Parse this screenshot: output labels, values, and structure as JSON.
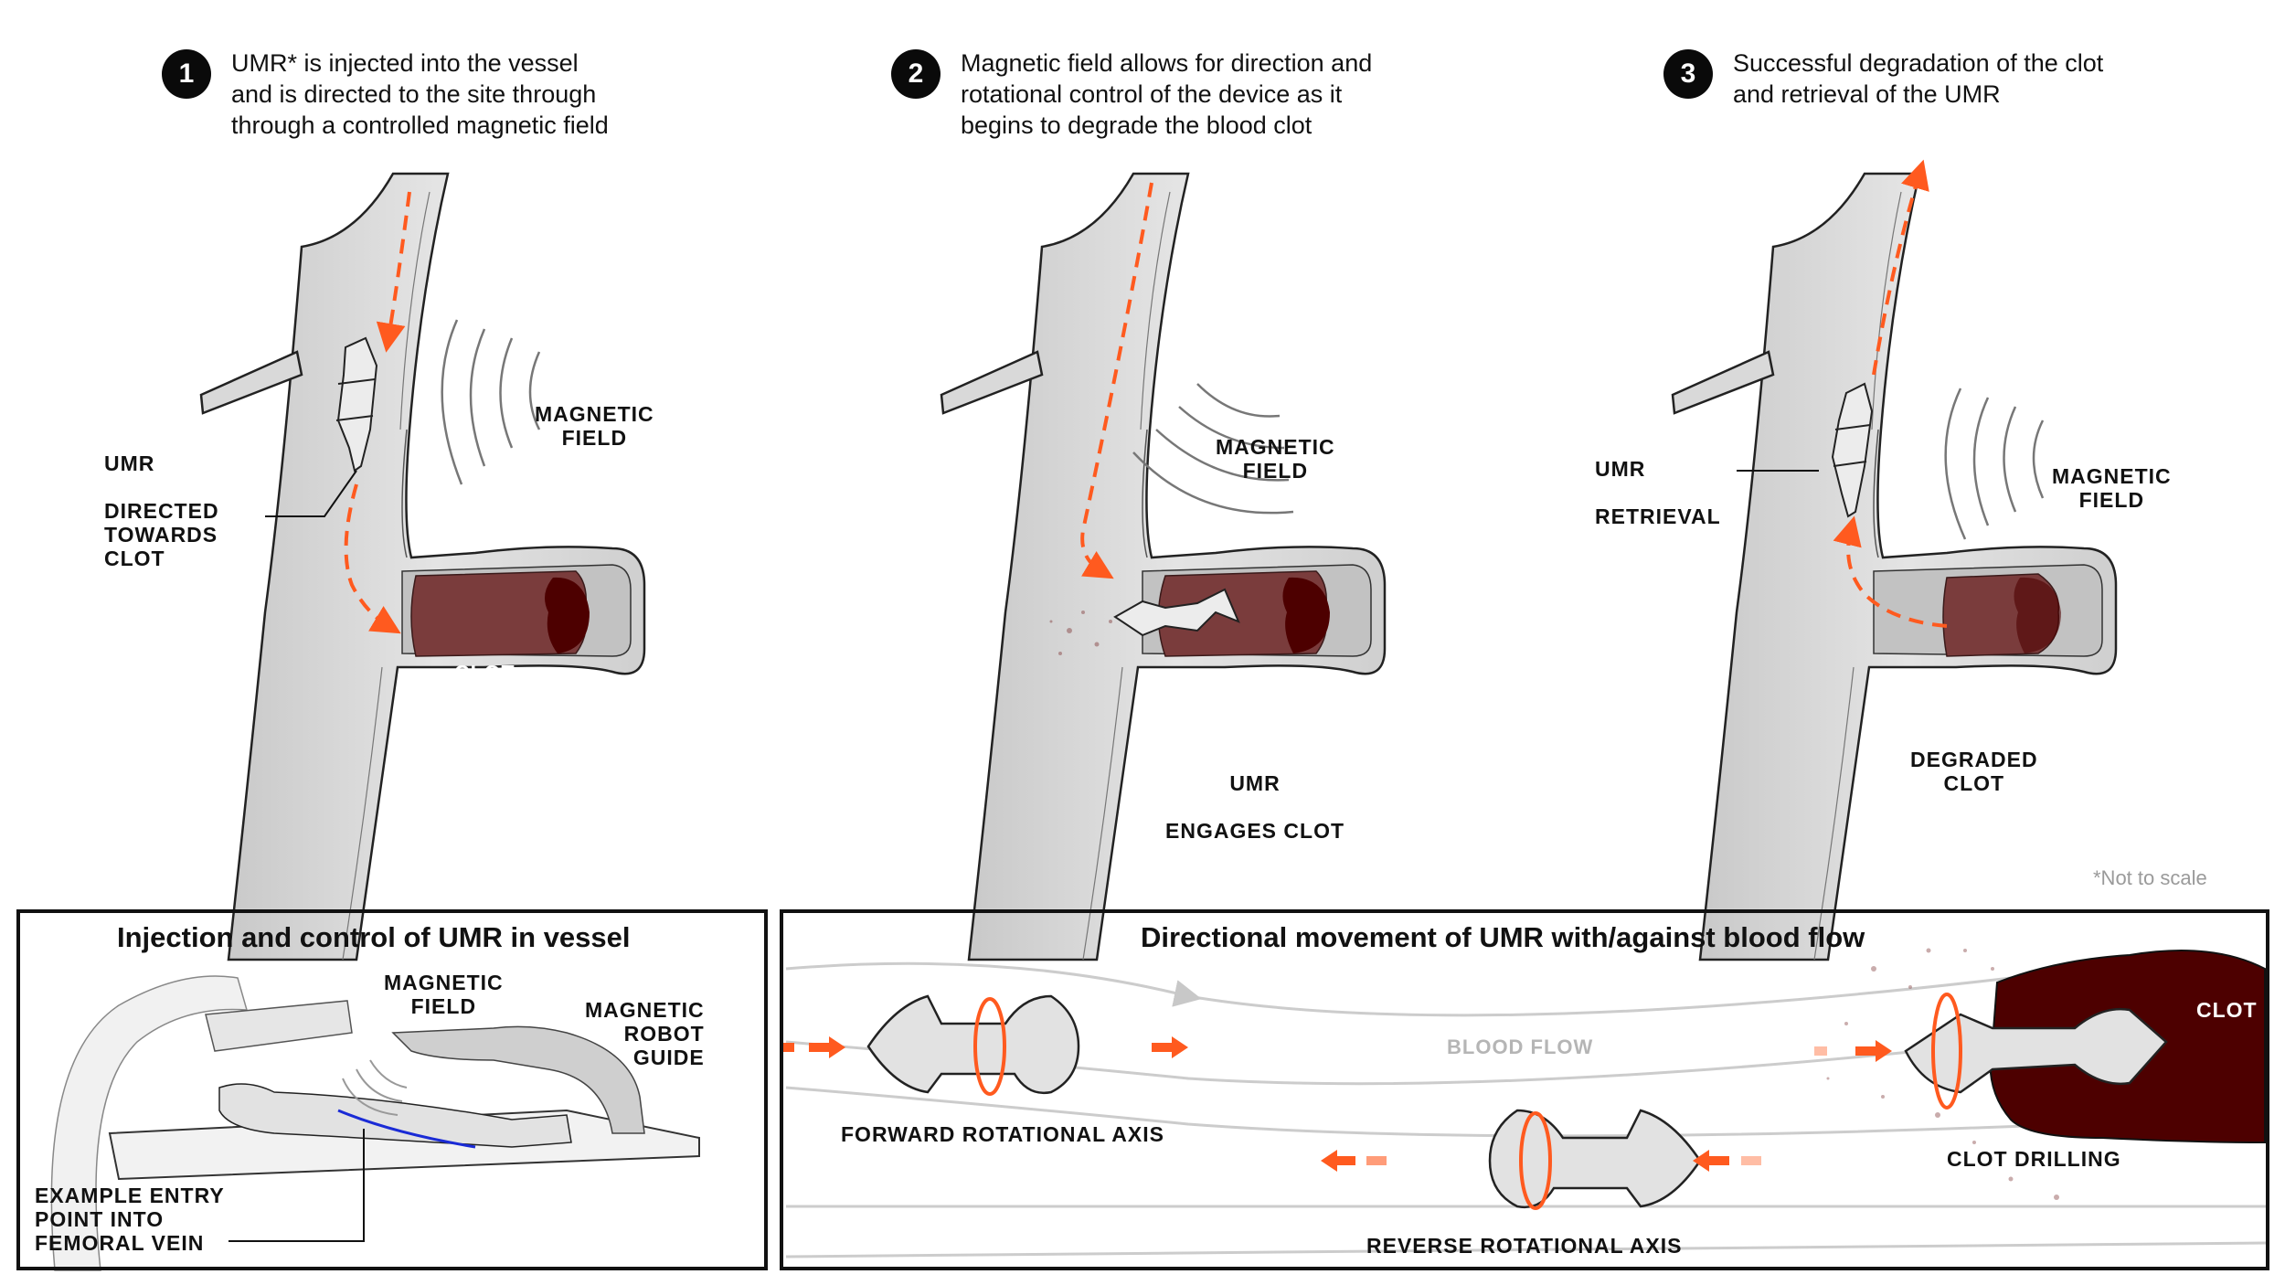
{
  "colors": {
    "accent_orange": "#ff5a1f",
    "clot": "#7a3c3c",
    "clot_dark": "#4d0000",
    "vessel": "#d6d6d6",
    "vessel_dark": "#bdbdbd",
    "field_lines": "#777777",
    "flow_lines": "#cccccc",
    "vein_blue": "#1a2bd6"
  },
  "steps": [
    {
      "number": "1",
      "text": "UMR* is injected into the vessel\nand is directed to the site through\nthrough a controlled magnetic field"
    },
    {
      "number": "2",
      "text": "Magnetic field allows for direction and\nrotational control of the device as it\nbegins to degrade the blood clot"
    },
    {
      "number": "3",
      "text": "Successful degradation of the clot\nand retrieval of the UMR"
    }
  ],
  "panel1": {
    "umr_label": "UMR",
    "umr_caption": "DIRECTED\nTOWARDS\nCLOT",
    "field_label": "MAGNETIC\nFIELD",
    "clot_label": "CLOT"
  },
  "panel2": {
    "field_label": "MAGNETIC\nFIELD",
    "umr_label": "UMR",
    "umr_caption": "ENGAGES CLOT"
  },
  "panel3": {
    "umr_label": "UMR",
    "umr_caption": "RETRIEVAL",
    "field_label": "MAGNETIC\nFIELD",
    "clot_caption": "DEGRADED\nCLOT"
  },
  "footnote": "*Not to scale",
  "injection_panel": {
    "title": "Injection and control of UMR in vessel",
    "field_label": "MAGNETIC\nFIELD",
    "robot_label": "MAGNETIC\nROBOT\nGUIDE",
    "entry_label": "EXAMPLE ENTRY\nPOINT INTO\nFEMORAL VEIN"
  },
  "movement_panel": {
    "title": "Directional movement of UMR with/against blood flow",
    "flow_label": "BLOOD FLOW",
    "forward_label": "FORWARD ROTATIONAL AXIS",
    "reverse_label": "REVERSE ROTATIONAL AXIS",
    "drilling_label": "CLOT DRILLING",
    "clot_label": "CLOT"
  }
}
